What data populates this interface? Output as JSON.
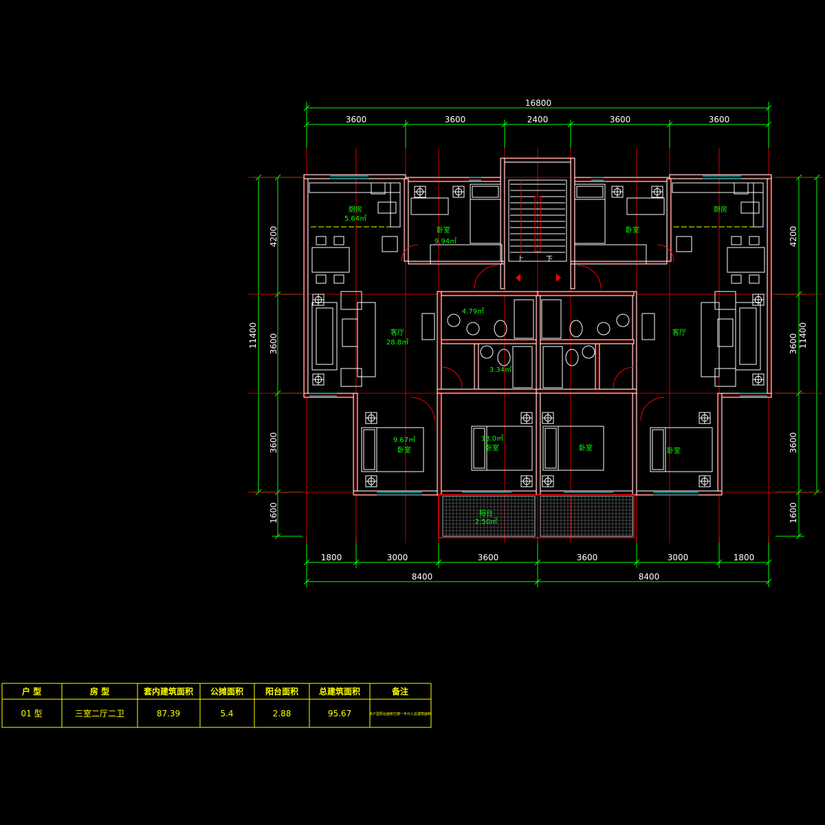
{
  "colors": {
    "background": "#000000",
    "wall": "#ff0000",
    "wall_fill": "#ffffff",
    "furniture": "#ffffff",
    "dimension": "#00ff00",
    "dimension_text": "#ffffff",
    "room_text": "#00ff00",
    "window": "#00ffff",
    "door_swing": "#ff0000",
    "table_line": "#ffff00",
    "table_text": "#ffff00"
  },
  "dimensions": {
    "top_total": "16800",
    "top_segments": [
      "3600",
      "3600",
      "2400",
      "3600",
      "3600"
    ],
    "bottom_segments": [
      "1800",
      "3000",
      "3600",
      "3600",
      "3000",
      "1800"
    ],
    "bottom_totals": [
      "8400",
      "8400"
    ],
    "left_total": "11400",
    "left_segments": [
      "4200",
      "3600",
      "3600",
      "1600"
    ],
    "right_total": "11400",
    "right_segments": [
      "4200",
      "3600",
      "3600",
      "1600"
    ]
  },
  "rooms": {
    "kitchen_left_name": "厨房",
    "kitchen_left_area": "5.64㎡",
    "bedroom_top_left_name": "卧室",
    "bedroom_top_left_area": "9.94㎡",
    "bedroom_top_right_name": "卧室",
    "kitchen_right_name": "厨房",
    "stair_up": "上",
    "stair_down": "下",
    "bath_top_area": "4.79㎡",
    "bath_small_area": "3.34㎡",
    "living_left_name": "客厅",
    "living_left_area": "28.8㎡",
    "living_right_name": "客厅",
    "bedroom_bl_area": "9.67㎡",
    "bedroom_bl_name": "卧室",
    "bedroom_bm_area": "13.0㎡",
    "bedroom_bm_name": "卧室",
    "bedroom_br_mid_name": "卧室",
    "bedroom_br_name": "卧室",
    "balcony_name": "阳台",
    "balcony_area": "2.50㎡"
  },
  "table": {
    "headers": [
      "户  型",
      "房  型",
      "套内建筑面积",
      "公摊面积",
      "阳台面积",
      "总建筑面积",
      "备注"
    ],
    "row": [
      "01  型",
      "三室二厅二卫",
      "87.39",
      "5.4",
      "2.88",
      "95.67",
      "本户型阳台面积已按一半计入总建筑面积"
    ]
  }
}
